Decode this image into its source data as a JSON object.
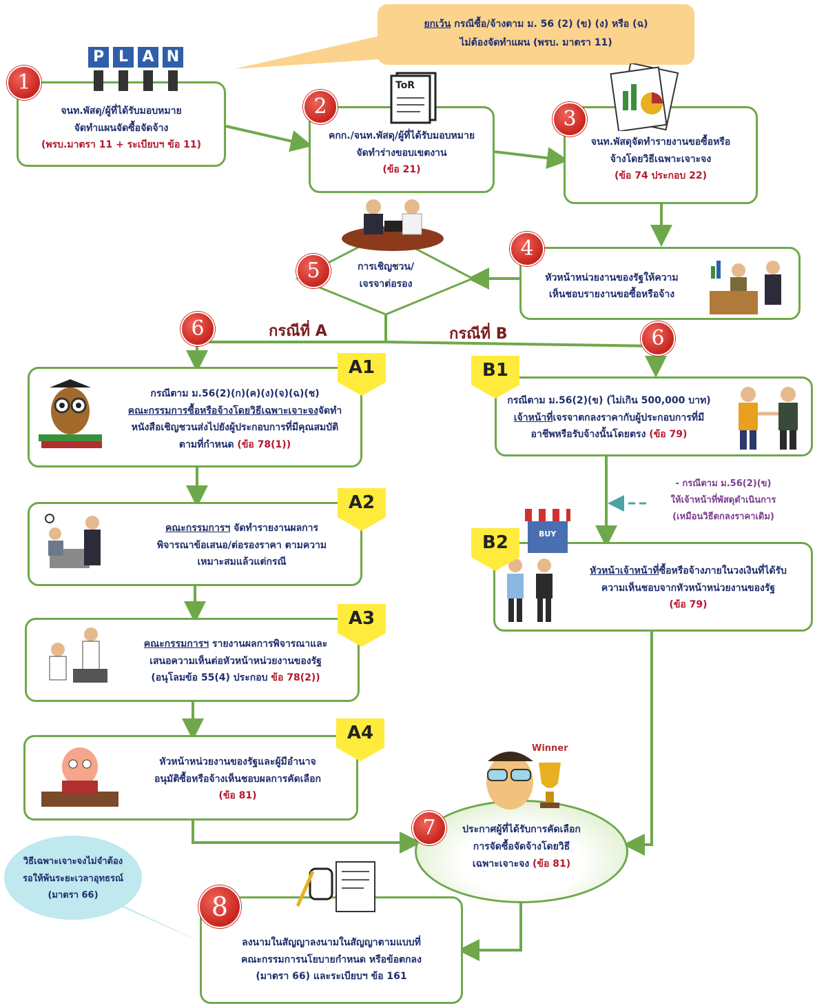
{
  "header_note": {
    "line1_underlined": "ยกเว้น",
    "line1_rest": "กรณีซื้อ/จ้างตาม ม. 56 (2) (ข) (ง) หรือ (ฉ)",
    "line2": "ไม่ต้องจัดทำแผน (พรบ. มาตรา 11)"
  },
  "plan_icon_letters": [
    "P",
    "L",
    "A",
    "N"
  ],
  "tor_icon_text": "ToR",
  "winner_icon_text": "Winner",
  "steps": {
    "s1": {
      "num": "1",
      "l1": "จนท.พัสดุ/ผู้ที่ได้รับมอบหมาย",
      "l2": "จัดทำแผนจัดซื้อจัดจ้าง",
      "ref": "(พรบ.มาตรา 11 + ระเบียบฯ ข้อ 11)"
    },
    "s2": {
      "num": "2",
      "l1": "คกก./จนท.พัสดุ/ผู้ที่ได้รับมอบหมาย",
      "l2": "จัดทำร่างขอบเขตงาน",
      "ref": "(ข้อ 21)"
    },
    "s3": {
      "num": "3",
      "l1": "จนท.พัสดุจัดทำรายงานขอซื้อหรือ",
      "l2": "จ้างโดยวิธีเฉพาะเจาะจง",
      "ref": "(ข้อ 74 ประกอบ 22)"
    },
    "s4": {
      "num": "4",
      "l1": "หัวหน้าหน่วยงานของรัฐให้ความ",
      "l2": "เห็นชอบรายงานขอซื้อหรือจ้าง"
    },
    "s5": {
      "num": "5",
      "l1": "การเชิญชวน/",
      "l2": "เจรจาต่อรอง"
    },
    "s6": {
      "num": "6"
    },
    "s7": {
      "num": "7",
      "l1": "ประกาศผู้ที่ได้รับการคัดเลือก",
      "l2": "การจัดซื้อจัดจ้างโดยวิธี",
      "l3": "เฉพาะเจาะจง",
      "ref": "(ข้อ 81)"
    },
    "s8": {
      "num": "8",
      "l1": "ลงนามในสัญญาลงนามในสัญญาตามแบบที่",
      "l2": "คณะกรรมการนโยบายกำหนด หรือข้อตกลง",
      "ref": "(มาตรา 66) และระเบียบฯ ข้อ 161"
    }
  },
  "case_a": "กรณีที่ A",
  "case_b": "กรณีที่ B",
  "a1": {
    "tag": "A1",
    "l1": "กรณีตาม ม.56(2)(ก)(ค)(ง)(จ)(ฉ)(ช)",
    "l2u": "คณะกรรมการซื้อหรือจ้างโดยวิธีเฉพาะเจาะจง",
    "l2": "จัดทำ",
    "l3": "หนังสือเชิญชวนส่งไปยังผู้ประกอบการที่มีคุณสมบัติ",
    "l4": "ตามที่กำหนด",
    "ref": "(ข้อ 78(1))"
  },
  "a2": {
    "tag": "A2",
    "l1u": "คณะกรรมการฯ",
    "l1": "จัดทำรายงานผลการ",
    "l2": "พิจารณาข้อเสนอ/ต่อรองราคา ตามความ",
    "l3": "เหมาะสมแล้วแต่กรณี"
  },
  "a3": {
    "tag": "A3",
    "l1u": "คณะกรรมการฯ",
    "l1": "รายงานผลการพิจารณาและ",
    "l2": "เสนอความเห็นต่อหัวหน้าหน่วยงานของรัฐ",
    "l3": "(อนุโลมข้อ 55(4) ประกอบ",
    "ref": "ข้อ 78(2))"
  },
  "a4": {
    "tag": "A4",
    "l1": "หัวหน้าหน่วยงานของรัฐและผู้มีอำนาจ",
    "l2": "อนุมัติซื้อหรือจ้างเห็นชอบผลการคัดเลือก",
    "ref": "(ข้อ 81)"
  },
  "b1": {
    "tag": "B1",
    "l1": "กรณีตาม ม.56(2)(ข) (ไม่เกิน 500,000 บาท)",
    "l2u": "เจ้าหน้าที่",
    "l2": "เจรจาตกลงราคากับผู้ประกอบการที่มี",
    "l3": "อาชีพหรือรับจ้างนั้นโดยตรง",
    "ref": "(ข้อ 79)"
  },
  "b2": {
    "tag": "B2",
    "l1u": "หัวหน้าเจ้าหน้าที่",
    "l1": "ซื้อหรือจ้างภายในวงเงินที่ได้รับ",
    "l2": "ความเห็นชอบจากหัวหน้าหน่วยงานของรัฐ",
    "ref": "(ข้อ 79)"
  },
  "side_note": {
    "l1": "- กรณีตาม ม.56(2)(ข)",
    "l2": "ให้เจ้าหน้าที่พัสดุดำเนินการ",
    "l3": "(เหมือนวิธีตกลงราคาเดิม)"
  },
  "buy_icon_text": "BUY",
  "bubble_note": {
    "l1": "วิธีเฉพาะเจาะจงไม่จำต้อง",
    "l2": "รอให้พ้นระยะเวลาอุทธรณ์",
    "l3": "(มาตรา 66)"
  },
  "colors": {
    "box_border": "#6fa84a",
    "number_badge": "#c8261f",
    "tag_yellow": "#ffeb3b",
    "note_orange": "#fbd38d",
    "text_navy": "#1e2d6b",
    "ref_red": "#b5172c"
  }
}
